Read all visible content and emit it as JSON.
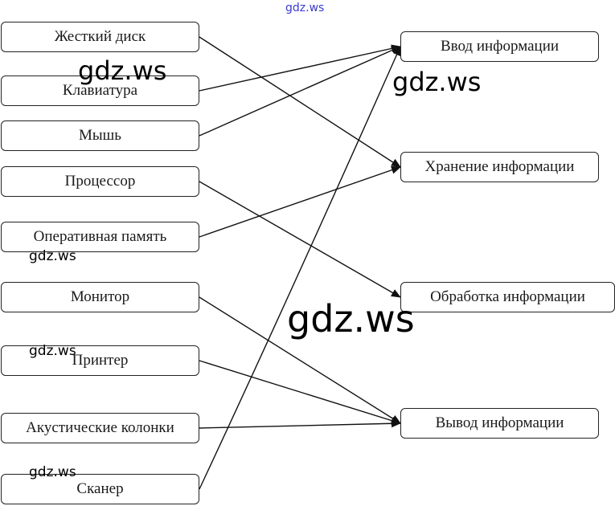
{
  "diagram": {
    "type": "bipartite-mapping",
    "left_items": [
      {
        "id": "hdd",
        "label": "Жесткий диск"
      },
      {
        "id": "keyboard",
        "label": "Клавиатура"
      },
      {
        "id": "mouse",
        "label": "Мышь"
      },
      {
        "id": "cpu",
        "label": "Процессор"
      },
      {
        "id": "ram",
        "label": "Оперативная память"
      },
      {
        "id": "monitor",
        "label": "Монитор"
      },
      {
        "id": "printer",
        "label": "Принтер"
      },
      {
        "id": "speakers",
        "label": "Акустические колонки"
      },
      {
        "id": "scanner",
        "label": "Сканер"
      }
    ],
    "right_items": [
      {
        "id": "input",
        "label": "Ввод информации"
      },
      {
        "id": "storage",
        "label": "Хранение информации"
      },
      {
        "id": "processing",
        "label": "Обработка информации"
      },
      {
        "id": "output",
        "label": "Вывод информации"
      }
    ],
    "connections": [
      {
        "from": "hdd",
        "to": "storage"
      },
      {
        "from": "keyboard",
        "to": "input"
      },
      {
        "from": "mouse",
        "to": "input"
      },
      {
        "from": "cpu",
        "to": "processing"
      },
      {
        "from": "ram",
        "to": "storage"
      },
      {
        "from": "monitor",
        "to": "output"
      },
      {
        "from": "printer",
        "to": "output"
      },
      {
        "from": "speakers",
        "to": "output"
      },
      {
        "from": "scanner",
        "to": "input"
      }
    ]
  },
  "watermarks": {
    "top": "gdz.ws",
    "large_1": "gdz.ws",
    "large_2": "gdz.ws",
    "center": "gdz.ws",
    "small_1": "gdz.ws",
    "small_2": "gdz.ws",
    "small_3": "gdz.ws"
  }
}
